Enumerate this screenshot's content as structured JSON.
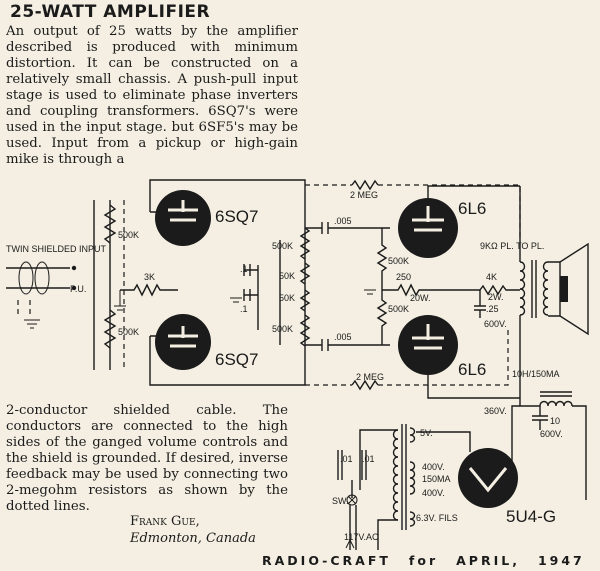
{
  "article": {
    "title": "25-WATT AMPLIFIER",
    "paragraph1": "An output of 25 watts by the amplifier described is produced with minimum distortion. It can be constructed on a relatively small chassis. A push-pull input stage is used to eliminate phase inverters and coupling transformers. 6SQ7's were used in the input stage. but 6SF5's may be used. Input from a pickup or high-gain mike is through a",
    "paragraph2": "2-conductor shielded cable. The conductors are connected to the high sides of the ganged volume controls and the shield is grounded. If desired, inverse feedback may be used by connecting two 2-megohm resistors as shown by the dotted lines.",
    "author_name": "Frank Gue,",
    "author_location": "Edmonton, Canada"
  },
  "footer": {
    "publication": "RADIO-CRAFT",
    "for": "for",
    "month": "APRIL,",
    "year": "1947"
  },
  "schematic": {
    "tubes": {
      "input_top": "6SQ7",
      "input_bottom": "6SQ7",
      "output_top": "6L6",
      "output_bottom": "6L6",
      "rectifier": "5U4-G"
    },
    "labels": {
      "input": "TWIN SHIELDED INPUT",
      "pu": "P.U.",
      "r_vol_top": "500K",
      "r_vol_bottom": "500K",
      "r_3k": "3K",
      "c_1a": ".1",
      "c_1b": ".1",
      "r_500k_a": "500K",
      "r_50k_a": "50K",
      "r_50k_b": "50K",
      "r_500k_b": "500K",
      "c_005_top": ".005",
      "c_005_bottom": ".005",
      "r_500k_grid_top": "500K",
      "r_500k_grid_bottom": "500K",
      "r_250": "250",
      "r_250_watt": "20W.",
      "fb_top": "2 MEG",
      "fb_bottom": "2 MEG",
      "transformer": "9KΩ PL. TO PL.",
      "r_4k": "4K",
      "r_4k_watt": "2W.",
      "c_25": ".25",
      "c_25_volt": "600V.",
      "choke": "10H/150MA",
      "v360": "360V.",
      "c_10": "10",
      "c_10_volt": "600V.",
      "v5": "5V.",
      "c_01a": ".01",
      "c_01b": ".01",
      "sw": "SW.",
      "ac": "117V.AC",
      "sec_400a": "400V.",
      "sec_150ma": "150MA",
      "sec_400b": "400V.",
      "fils": "6.3V. FILS"
    }
  }
}
